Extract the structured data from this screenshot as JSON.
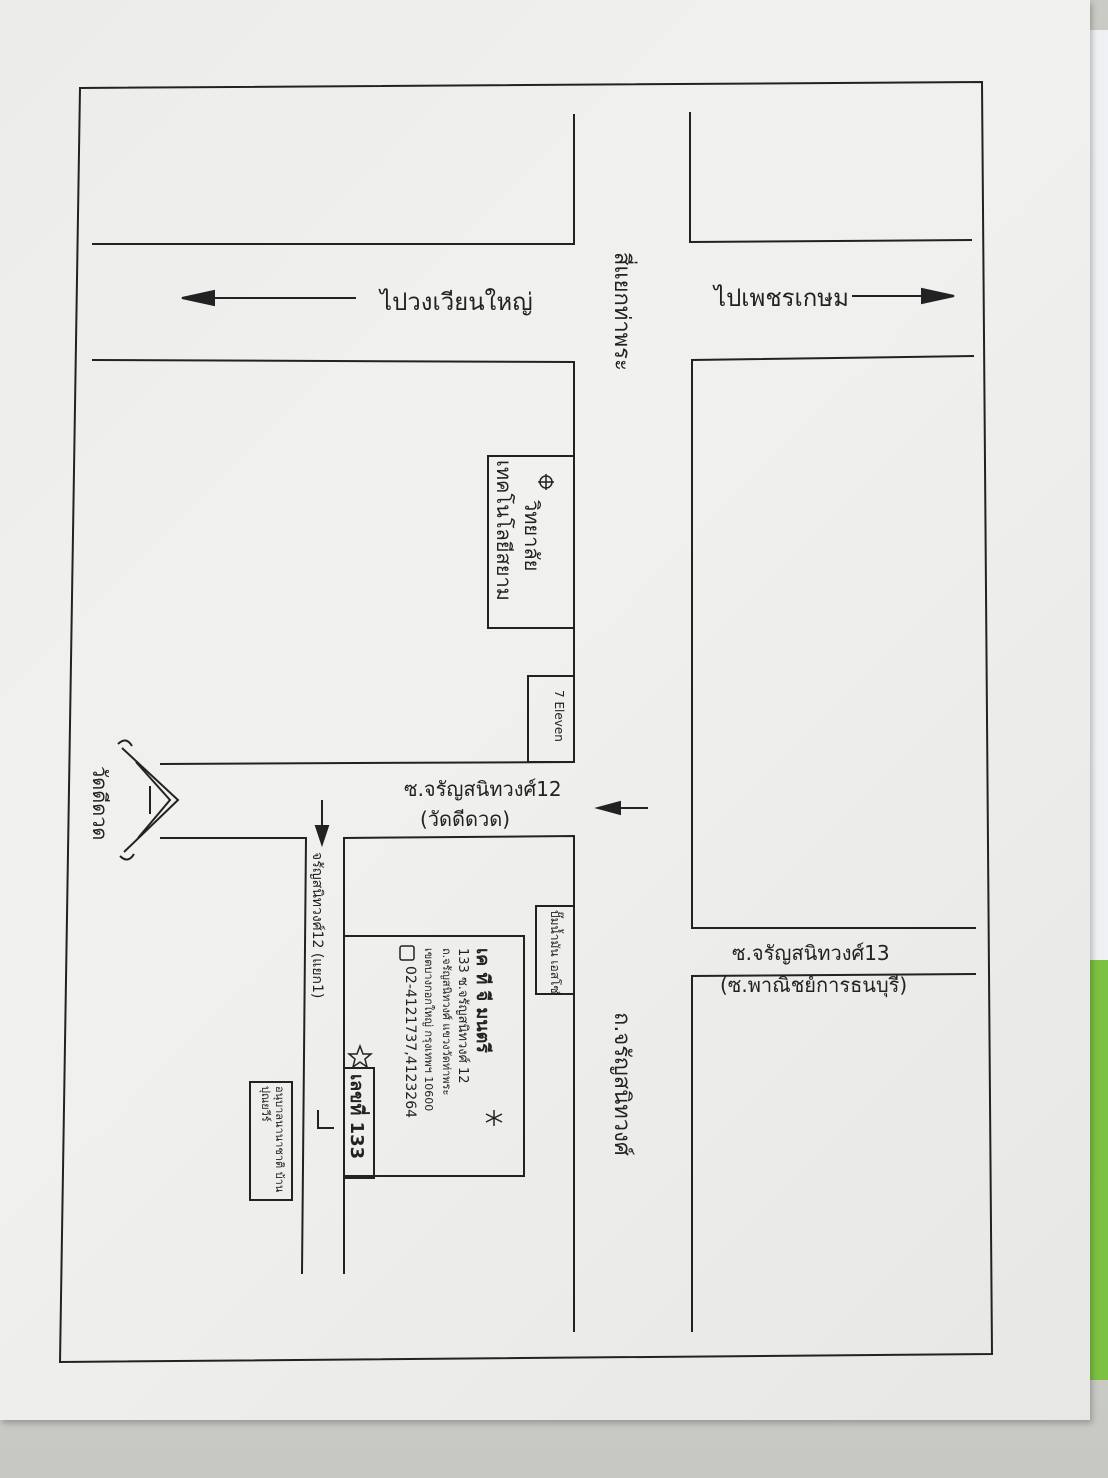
{
  "map": {
    "labels": {
      "to_pathum_wian_yai": "ไปวงเวียนใหญ่",
      "to_phetkasem": "ไปเพชรเกษม",
      "tha_phra_intersection": "สี่แยกท่าพระ",
      "college_line1": "วิทยาลัย",
      "college_line2": "เทคโนโลยีสยาม",
      "seven_eleven": "7 Eleven",
      "soi12_line1": "ซ.จรัญสนิทวงศ์12",
      "soi12_line2": "(วัดดีดวด)",
      "soi13_line1": "ซ.จรัญสนิทวงศ์13",
      "soi13_line2": "(ซ.พาณิชย์การธนบุรี)",
      "temple": "วัดดีดวด",
      "gas_station": "ปั๊มน้ำมัน เอสโซ่",
      "main_road": "ถ.จรัญสนิทวงศ์",
      "side_soi": "จรัญสนิทวงศ์12 (แยก1)",
      "house_number": "เลขที่ 133",
      "clinic": "อนุบาลนานาชาติ บ้านปุณยวีร์",
      "company_name": "เค ที จี มนตรี",
      "company_address1": "133 ซ.จรัญสนิทวงศ์ 12",
      "company_address2": "ถ.จรัญสนิทวงศ์ แขวงวัดท่าพระ",
      "company_address3": "เขตบางกอกใหญ่ กรุงเทพฯ 10600",
      "company_phone": "02-4121737,4123264"
    },
    "colors": {
      "ink": "#222222",
      "paper": "#efefed",
      "green_folder": "#7cc242"
    }
  }
}
